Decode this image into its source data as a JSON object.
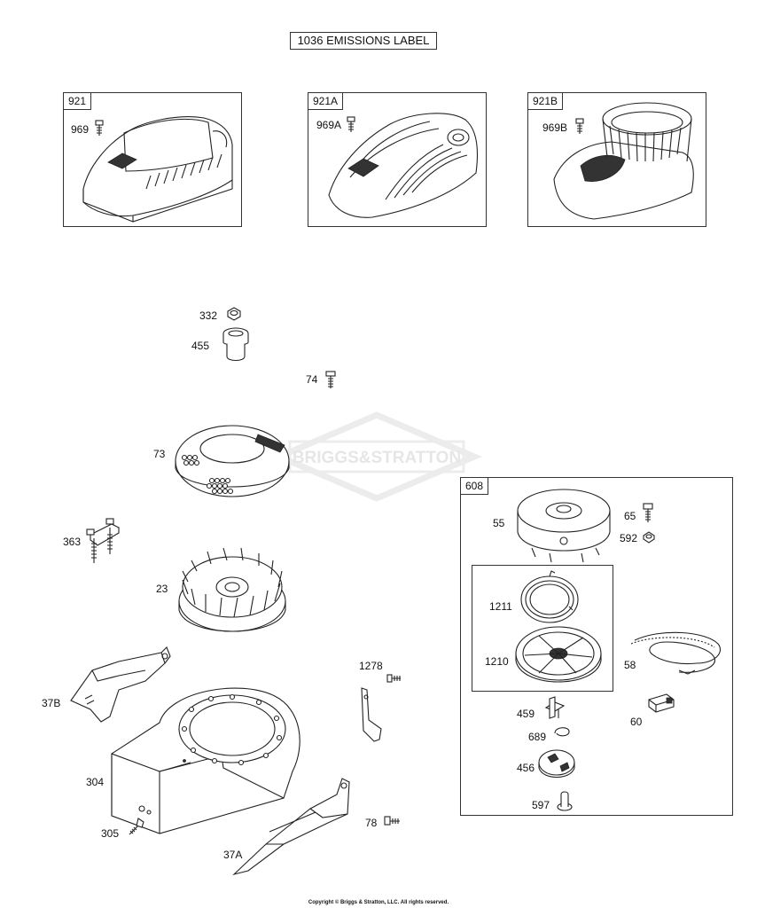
{
  "header": {
    "title": "1036 EMISSIONS LABEL"
  },
  "boxes": {
    "b921": "921",
    "b921a": "921A",
    "b921b": "921B",
    "b608": "608"
  },
  "labels": {
    "p969": "969",
    "p969a": "969A",
    "p969b": "969B",
    "p332": "332",
    "p455": "455",
    "p74": "74",
    "p73": "73",
    "p363": "363",
    "p23": "23",
    "p1278": "1278",
    "p37b": "37B",
    "p304": "304",
    "p305": "305",
    "p78": "78",
    "p37a": "37A",
    "p55": "55",
    "p65": "65",
    "p592": "592",
    "p1211": "1211",
    "p1210": "1210",
    "p58": "58",
    "p459": "459",
    "p60": "60",
    "p689": "689",
    "p456": "456",
    "p597": "597"
  },
  "watermark": {
    "text": "BRIGGS&STRATTON"
  },
  "footer": {
    "copyright": "Copyright © Briggs & Stratton, LLC. All rights reserved."
  }
}
